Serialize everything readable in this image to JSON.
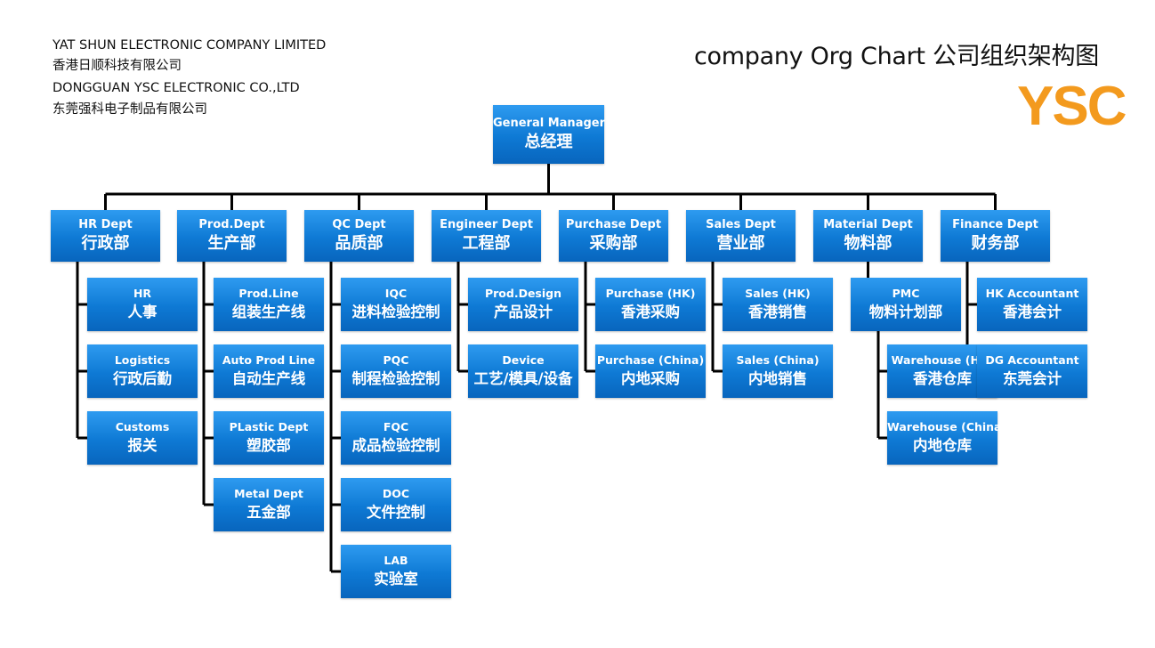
{
  "header": {
    "company_en_1": "YAT SHUN ELECTRONIC COMPANY LIMITED",
    "company_cn_1": "香港日顺科技有限公司",
    "company_en_2": "DONGGUAN YSC ELECTRONIC CO.,LTD",
    "company_cn_2": "东莞强科电子制品有限公司",
    "chart_title": "company Org Chart  公司组织架构图",
    "logo_text": "YSC",
    "logo_color": "#f39a1e"
  },
  "org": {
    "gm": {
      "en": "General Manager",
      "cn": "总经理"
    },
    "departments": [
      {
        "en": "HR Dept",
        "cn": "行政部",
        "subs": [
          {
            "en": "HR",
            "cn": "人事"
          },
          {
            "en": "Logistics",
            "cn": "行政后勤"
          },
          {
            "en": "Customs",
            "cn": "报关"
          }
        ]
      },
      {
        "en": "Prod.Dept",
        "cn": "生产部",
        "subs": [
          {
            "en": "Prod.Line",
            "cn": "组装生产线"
          },
          {
            "en": "Auto Prod Line",
            "cn": "自动生产线"
          },
          {
            "en": "PLastic Dept",
            "cn": "塑胶部"
          },
          {
            "en": "Metal  Dept",
            "cn": "五金部"
          }
        ]
      },
      {
        "en": "QC  Dept",
        "cn": "品质部",
        "subs": [
          {
            "en": "IQC",
            "cn": "进料检验控制"
          },
          {
            "en": "PQC",
            "cn": "制程检验控制"
          },
          {
            "en": "FQC",
            "cn": "成品检验控制"
          },
          {
            "en": "DOC",
            "cn": "文件控制"
          },
          {
            "en": "LAB",
            "cn": "实验室"
          }
        ]
      },
      {
        "en": "Engineer  Dept",
        "cn": "工程部",
        "subs": [
          {
            "en": "Prod.Design",
            "cn": "产品设计"
          },
          {
            "en": "Device",
            "cn": "工艺/模具/设备"
          }
        ]
      },
      {
        "en": "Purchase Dept",
        "cn": "采购部",
        "subs": [
          {
            "en": "Purchase (HK)",
            "cn": "香港采购"
          },
          {
            "en": "Purchase (China)",
            "cn": "内地采购"
          }
        ]
      },
      {
        "en": "Sales Dept",
        "cn": "营业部",
        "subs": [
          {
            "en": "Sales  (HK)",
            "cn": "香港销售"
          },
          {
            "en": "Sales  (China)",
            "cn": "内地销售"
          }
        ]
      },
      {
        "en": "Material  Dept",
        "cn": "物料部",
        "subs": [
          {
            "en": "PMC",
            "cn": "物料计划部",
            "subs": [
              {
                "en": "Warehouse  (HK)",
                "cn": "香港仓库"
              },
              {
                "en": "Warehouse  (China)",
                "cn": "内地仓库"
              }
            ]
          }
        ]
      },
      {
        "en": "Finance  Dept",
        "cn": "财务部",
        "subs": [
          {
            "en": "HK  Accountant",
            "cn": "香港会计"
          },
          {
            "en": "DG  Accountant",
            "cn": "东莞会计"
          }
        ]
      }
    ]
  }
}
